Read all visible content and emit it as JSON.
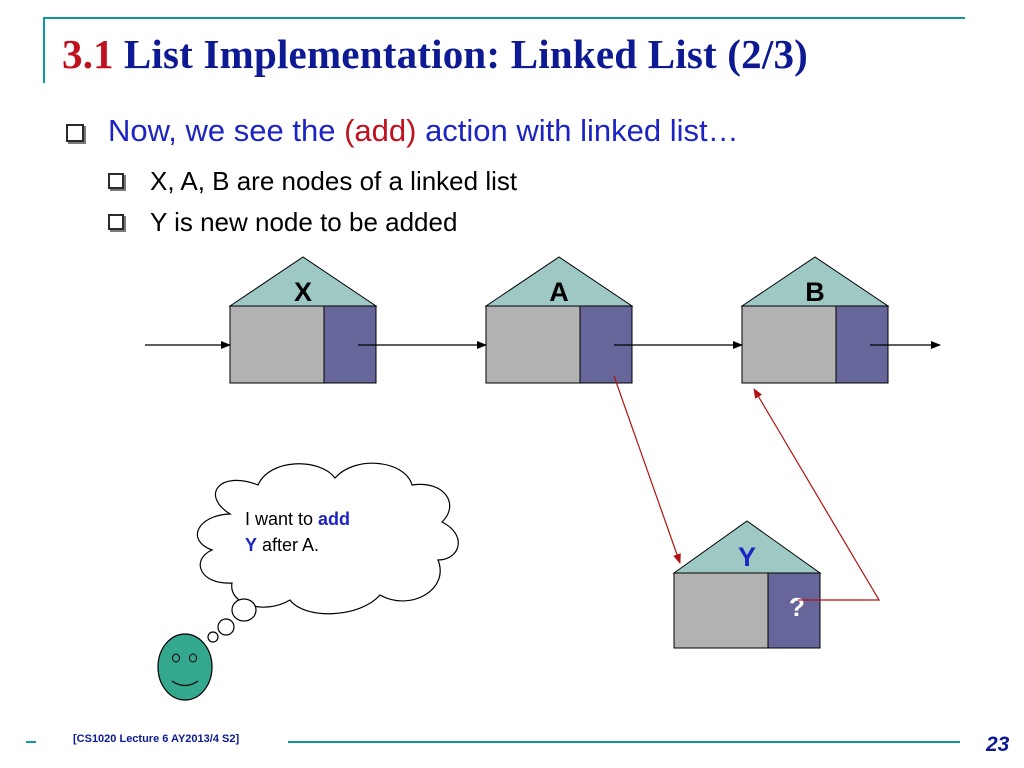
{
  "slide": {
    "title_number": "3.1",
    "title_text": "List Implementation: Linked List (2/3)",
    "bullet_main": {
      "before": "Now, we see the ",
      "highlight": "(add)",
      "after": " action with linked list…"
    },
    "sub_bullets": [
      "X, A, B are nodes of a linked list",
      "Y is new node to be added"
    ]
  },
  "diagram": {
    "nodes": [
      {
        "label": "X"
      },
      {
        "label": "A"
      },
      {
        "label": "B"
      },
      {
        "label": "Y",
        "pointer_text": "?"
      }
    ],
    "speech_bubble": {
      "part1": "I want to ",
      "part2": "add",
      "part3": "Y",
      "part4": " after A."
    }
  },
  "footer": {
    "course": "[CS1020 Lecture 6 AY2013/4 S2]",
    "page": "23"
  },
  "colors": {
    "title_blue": "#0d1a93",
    "accent_red": "#c0111f",
    "roof": "#9ec8c4",
    "data_cell": "#b2b2b2",
    "pointer_cell": "#66669a",
    "face": "#33a88e",
    "teal_line": "#0e9aa0"
  }
}
